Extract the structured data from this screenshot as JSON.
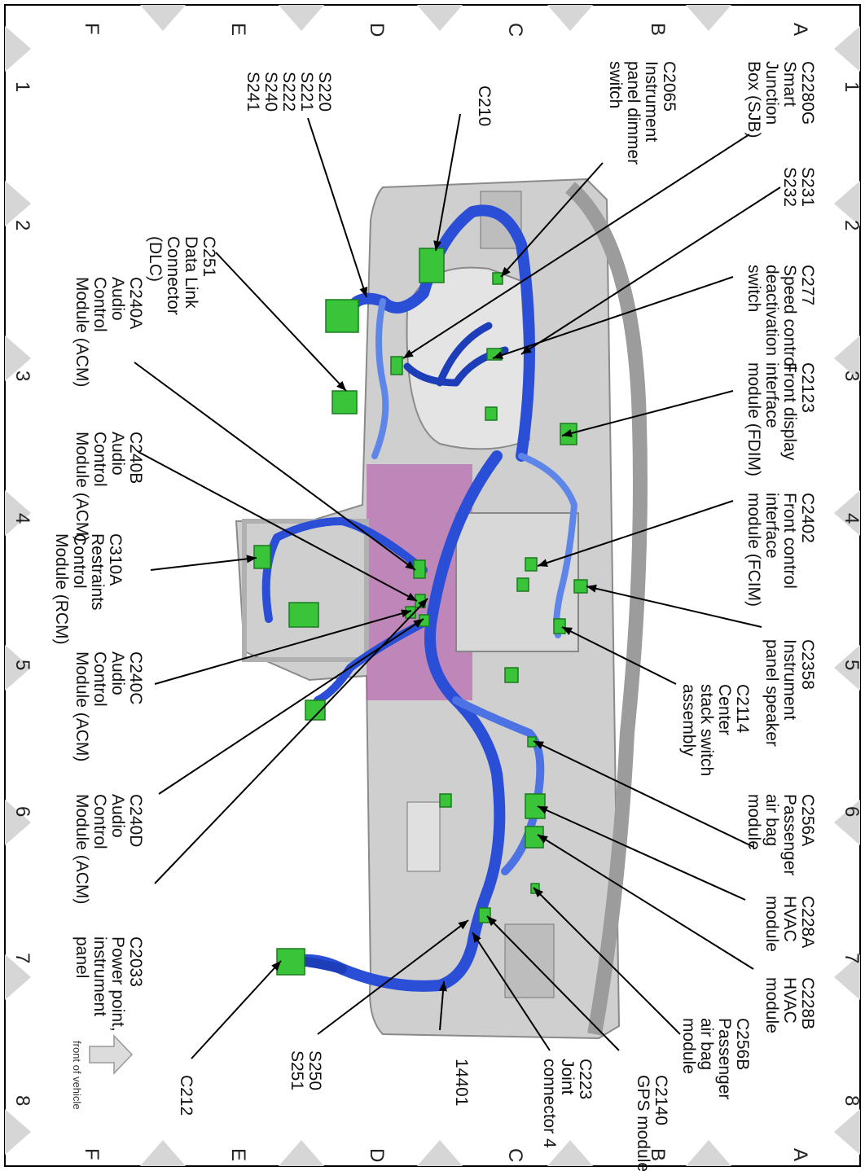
{
  "grid": {
    "rows": [
      "A",
      "B",
      "C",
      "D",
      "E",
      "F"
    ],
    "columns": [
      "1",
      "2",
      "3",
      "4",
      "5",
      "6",
      "7",
      "8"
    ]
  },
  "orientation_label": "front of vehicle",
  "components": [
    {
      "id": "c2280g",
      "lines": [
        "C2280G",
        "Smart",
        "Junction",
        "Box (SJB)"
      ]
    },
    {
      "id": "c2065",
      "lines": [
        "C2065",
        "Instrument",
        "panel dimmer",
        "switch"
      ]
    },
    {
      "id": "c210",
      "lines": [
        "C210"
      ]
    },
    {
      "id": "s220",
      "lines": [
        "S220",
        "S221",
        "S222",
        "S240",
        "S241"
      ]
    },
    {
      "id": "s231",
      "lines": [
        "S231",
        "S232"
      ]
    },
    {
      "id": "c277",
      "lines": [
        "C277",
        "Speed control",
        "deactivation",
        "switch"
      ]
    },
    {
      "id": "c251",
      "lines": [
        "C251",
        "Data Link",
        "Connector",
        "(DLC)"
      ]
    },
    {
      "id": "c2123",
      "lines": [
        "C2123",
        "Front display",
        "interface",
        "module (FDIM)"
      ]
    },
    {
      "id": "c240a",
      "lines": [
        "C240A",
        "Audio",
        "Control",
        "Module (ACM)"
      ]
    },
    {
      "id": "c2402",
      "lines": [
        "C2402",
        "Front control",
        "interface",
        "module (FCIM)"
      ]
    },
    {
      "id": "c240b",
      "lines": [
        "C240B",
        "Audio",
        "Control",
        "Module (ACM)"
      ]
    },
    {
      "id": "c310a",
      "lines": [
        "C310A",
        "Restraints",
        "Control",
        "Module (RCM)"
      ]
    },
    {
      "id": "c2358",
      "lines": [
        "C2358",
        "Instrument",
        "panel speaker"
      ]
    },
    {
      "id": "c2114",
      "lines": [
        "C2114",
        "Center",
        "stack switch",
        "assembly"
      ]
    },
    {
      "id": "c240c",
      "lines": [
        "C240C",
        "Audio",
        "Control",
        "Module (ACM)"
      ]
    },
    {
      "id": "c256a",
      "lines": [
        "C256A",
        "Passenger",
        "air bag",
        "module"
      ]
    },
    {
      "id": "c240d",
      "lines": [
        "C240D",
        "Audio",
        "Control",
        "Module (ACM)"
      ]
    },
    {
      "id": "c228a",
      "lines": [
        "C228A",
        "HVAC",
        "module"
      ]
    },
    {
      "id": "c2033",
      "lines": [
        "C2033",
        "Power point,",
        "instrument",
        "panel"
      ]
    },
    {
      "id": "c228b",
      "lines": [
        "C228B",
        "HVAC",
        "module"
      ]
    },
    {
      "id": "c256b",
      "lines": [
        "C256B",
        "Passenger",
        "air bag",
        "module"
      ]
    },
    {
      "id": "c2140",
      "lines": [
        "C2140",
        "GPS module"
      ]
    },
    {
      "id": "c223",
      "lines": [
        "C223",
        "Joint",
        "connector 4"
      ]
    },
    {
      "id": "n14401",
      "lines": [
        "14401"
      ]
    },
    {
      "id": "s250",
      "lines": [
        "S250",
        "S251"
      ]
    },
    {
      "id": "c212",
      "lines": [
        "C212"
      ]
    }
  ],
  "colors": {
    "harness": "#2a4fd6",
    "harness_light": "#5d86e8",
    "connector": "#39c43a",
    "panel": "#c9c9c9",
    "panel_dark": "#9a9a9a",
    "center_stack": "#b04aa8",
    "frame_triangle": "#d6d6d6"
  }
}
